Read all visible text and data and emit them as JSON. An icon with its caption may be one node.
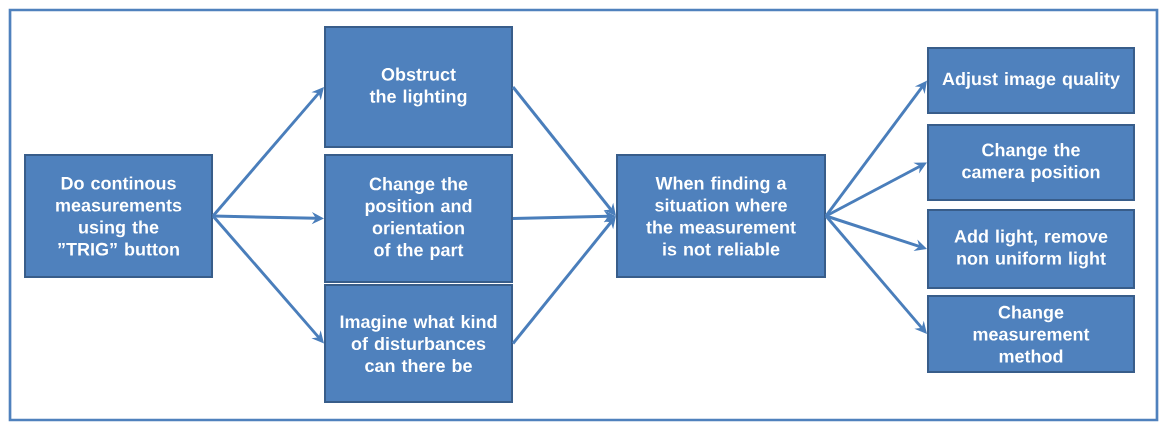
{
  "diagram": {
    "nodes": [
      {
        "text": [
          "Do continous measurements using the ”TRIG” button"
        ]
      },
      {
        "text": [
          "Obstruct the lighting"
        ]
      },
      {
        "text": [
          "Change the position and orientation of the part"
        ]
      },
      {
        "text": [
          "Imagine what kind of disturbances can there be"
        ]
      },
      {
        "text": [
          "When finding a situation where the measurement is not reliable"
        ]
      },
      {
        "text": [
          "Adjust image quality"
        ]
      },
      {
        "text": [
          "Change the camera position"
        ]
      },
      {
        "text": [
          "Add light, remove non uniform light"
        ]
      },
      {
        "text": [
          "Change measurement method"
        ]
      }
    ],
    "edges": [
      {
        "from": 0,
        "to": 1,
        "arrow": "to"
      },
      {
        "from": 0,
        "to": 2,
        "arrow": "to"
      },
      {
        "from": 0,
        "to": 3,
        "arrow": "to"
      },
      {
        "from": 1,
        "to": 4,
        "arrow": "to"
      },
      {
        "from": 2,
        "to": 4,
        "arrow": "to"
      },
      {
        "from": 3,
        "to": 4,
        "arrow": "to"
      },
      {
        "from": 4,
        "to": 5,
        "arrow": "to"
      },
      {
        "from": 4,
        "to": 6,
        "arrow": "to"
      },
      {
        "from": 4,
        "to": 7,
        "arrow": "to"
      },
      {
        "from": 4,
        "to": 8,
        "arrow": "to"
      }
    ]
  }
}
